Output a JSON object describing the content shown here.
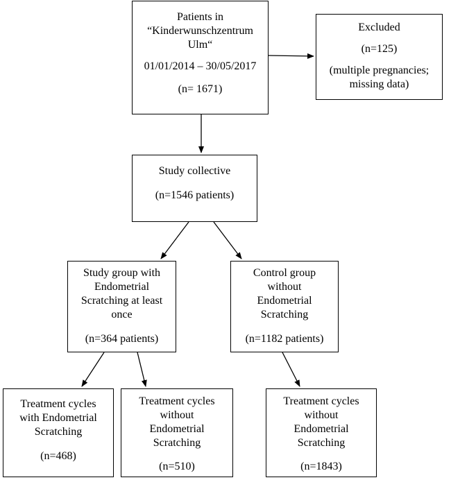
{
  "boxes": {
    "patients": {
      "line1": "Patients in",
      "line2": "“Kinderwunschzentrum",
      "line3": "Ulm“",
      "dates": "01/01/2014 – 30/05/2017",
      "count": "(n= 1671)"
    },
    "excluded": {
      "title": "Excluded",
      "count": "(n=125)",
      "reason1": "(multiple pregnancies;",
      "reason2": "missing data)"
    },
    "study_collective": {
      "title": "Study collective",
      "count": "(n=1546 patients)"
    },
    "study_group": {
      "line1": "Study group with",
      "line2": "Endometrial",
      "line3": "Scratching at least",
      "line4": "once",
      "count": "(n=364 patients)"
    },
    "control_group": {
      "line1": "Control group",
      "line2": "without",
      "line3": "Endometrial",
      "line4": "Scratching",
      "count": "(n=1182 patients)"
    },
    "cycles_with_es": {
      "line1": "Treatment cycles",
      "line2": "with Endometrial",
      "line3": "Scratching",
      "count": "(n=468)"
    },
    "cycles_without_es_study": {
      "line1": "Treatment cycles",
      "line2": "without",
      "line3": "Endometrial",
      "line4": "Scratching",
      "count": "(n=510)"
    },
    "cycles_without_es_control": {
      "line1": "Treatment cycles",
      "line2": "without",
      "line3": "Endometrial",
      "line4": "Scratching",
      "count": "(n=1843)"
    }
  }
}
